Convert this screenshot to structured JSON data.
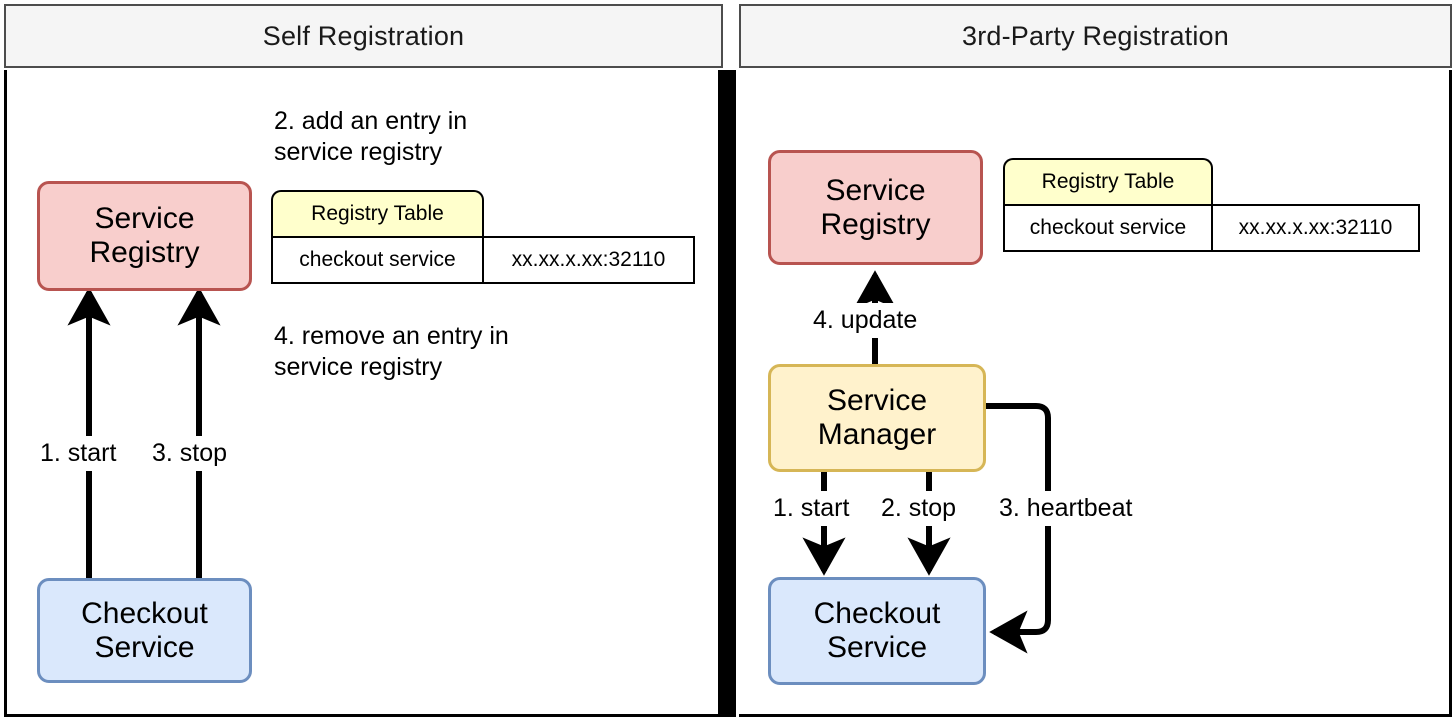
{
  "panels": [
    {
      "id": "self-registration",
      "title": "Self Registration",
      "nodes": {
        "registry": {
          "line1": "Service",
          "line2": "Registry",
          "fill": "#f8cecc",
          "stroke": "#b85450"
        },
        "checkout": {
          "line1": "Checkout",
          "line2": "Service",
          "fill": "#dae8fc",
          "stroke": "#6c8ebf"
        }
      },
      "registry_table": {
        "header": "Registry Table",
        "header_fill": "#ffffcc",
        "row": {
          "service": "checkout service",
          "address": "xx.xx.x.xx:32110"
        }
      },
      "notes": [
        {
          "id": "note-add-entry",
          "line1": "2. add an entry in",
          "line2": "service registry"
        },
        {
          "id": "note-remove-entry",
          "line1": "4. remove an entry in",
          "line2": "service registry"
        }
      ],
      "edge_labels": [
        {
          "id": "start",
          "text": "1. start"
        },
        {
          "id": "stop",
          "text": "3. stop"
        }
      ]
    },
    {
      "id": "third-party-registration",
      "title": "3rd-Party Registration",
      "nodes": {
        "registry": {
          "line1": "Service",
          "line2": "Registry",
          "fill": "#f8cecc",
          "stroke": "#b85450"
        },
        "manager": {
          "line1": "Service",
          "line2": "Manager",
          "fill": "#fff2cc",
          "stroke": "#d6b656"
        },
        "checkout": {
          "line1": "Checkout",
          "line2": "Service",
          "fill": "#dae8fc",
          "stroke": "#6c8ebf"
        }
      },
      "registry_table": {
        "header": "Registry Table",
        "header_fill": "#ffffcc",
        "row": {
          "service": "checkout service",
          "address": "xx.xx.x.xx:32110"
        }
      },
      "edge_labels": [
        {
          "id": "update",
          "text": "4. update"
        },
        {
          "id": "start",
          "text": "1. start"
        },
        {
          "id": "stop",
          "text": "2. stop"
        },
        {
          "id": "heartbeat",
          "text": "3. heartbeat"
        }
      ]
    }
  ],
  "colors": {
    "arrow": "#000000",
    "divider": "#000000",
    "header_fill": "#f5f5f5",
    "header_border": "#4d4d4d",
    "panel_border": "#000000"
  }
}
